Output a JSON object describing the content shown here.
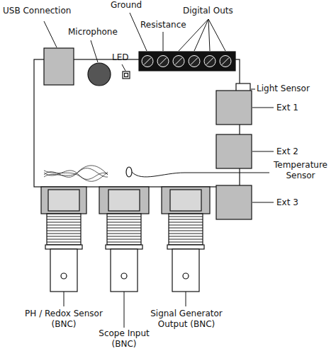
{
  "diagram": {
    "labels": [
      "USB Connection",
      "Microphone",
      "LED",
      "Ground",
      "Resistance",
      "Digital Outs",
      "Light Sensor",
      "Ext 1",
      "Ext 2",
      "Temperature Sensor",
      "Ext 3",
      "PH / Redox Sensor (BNC)",
      "Scope Input (BNC)",
      "Signal Generator Output (BNC)"
    ]
  }
}
